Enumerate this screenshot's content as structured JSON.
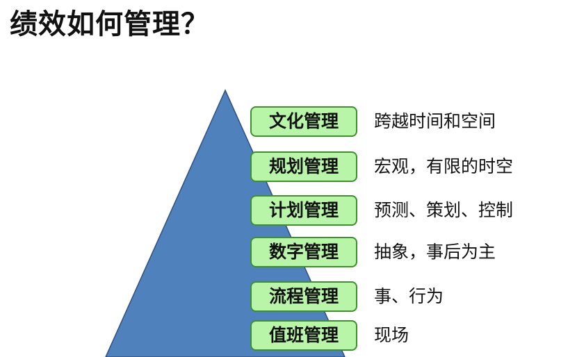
{
  "title": "绩效如何管理？",
  "colors": {
    "pyramid_fill": "#4f81bd",
    "pyramid_stroke": "#2f4f7f",
    "box_fill": "#b8f5a8",
    "box_border": "#3f8f2f"
  },
  "levels": [
    {
      "label": "文化管理",
      "description": "跨越时间和空间"
    },
    {
      "label": "规划管理",
      "description": "宏观，有限的时空"
    },
    {
      "label": "计划管理",
      "description": "预测、策划、控制"
    },
    {
      "label": "数字管理",
      "description": "抽象，事后为主"
    },
    {
      "label": "流程管理",
      "description": "事、行为"
    },
    {
      "label": "值班管理",
      "description": "现场"
    }
  ]
}
